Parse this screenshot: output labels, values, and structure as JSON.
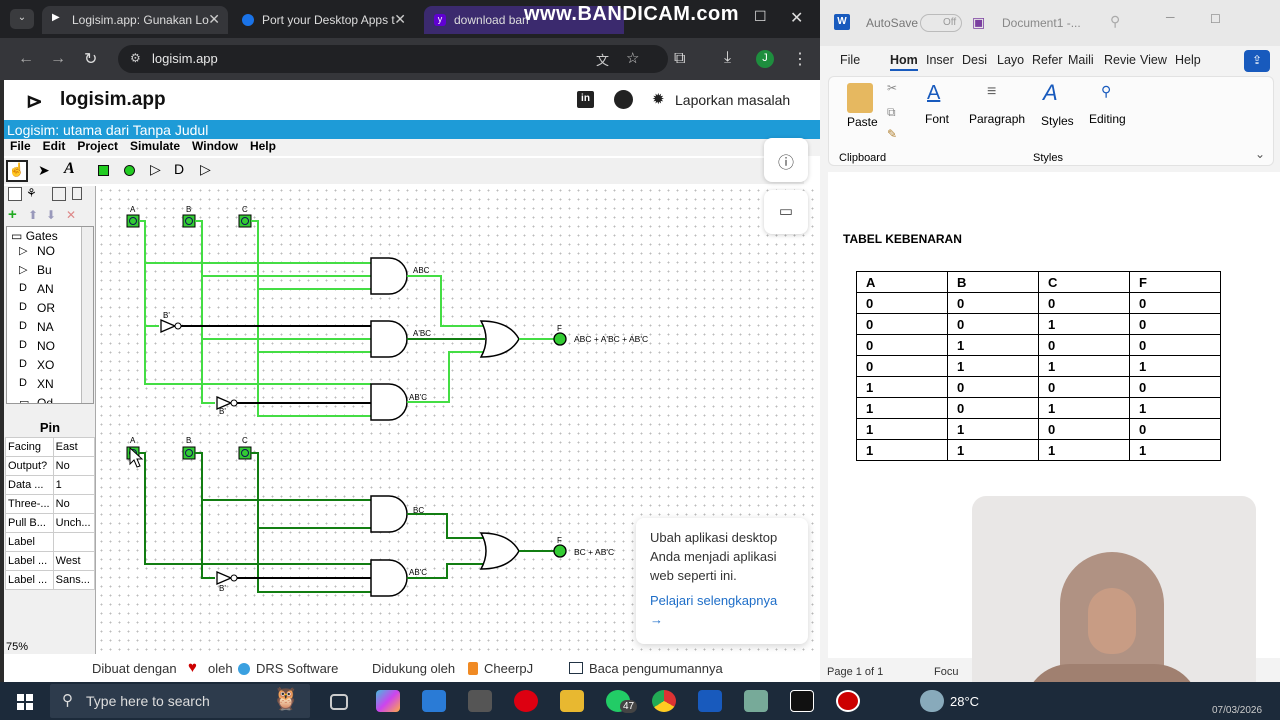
{
  "browser": {
    "tabs": [
      {
        "title": "Logisim.app: Gunakan Lo",
        "active": true
      },
      {
        "title": "Port your Desktop Apps t",
        "active": false
      },
      {
        "title": "download ban",
        "active": false
      }
    ],
    "watermark": "www.BANDICAM.com",
    "url": "logisim.app",
    "profile_initial": "J"
  },
  "site": {
    "logo": "logisim.app",
    "report_issue": "Laporkan masalah"
  },
  "logisim": {
    "title": "Logisim: utama dari Tanpa Judul",
    "menu": [
      "File",
      "Edit",
      "Project",
      "Simulate",
      "Window",
      "Help"
    ],
    "tree_root": "Gates",
    "tree_items": [
      "NO",
      "Bu",
      "AN",
      "OR",
      "NA",
      "NO",
      "XO",
      "XN",
      "Od"
    ],
    "props_title": "Pin",
    "props": [
      {
        "k": "Facing",
        "v": "East"
      },
      {
        "k": "Output?",
        "v": "No"
      },
      {
        "k": "Data ...",
        "v": "1"
      },
      {
        "k": "Three-...",
        "v": "No"
      },
      {
        "k": "Pull B...",
        "v": "Unch..."
      },
      {
        "k": "Label",
        "v": ""
      },
      {
        "k": "Label ...",
        "v": "West"
      },
      {
        "k": "Label ...",
        "v": "Sans..."
      }
    ],
    "zoom": "75%",
    "circuit1": {
      "inputs": [
        "A",
        "B",
        "C"
      ],
      "not_label": "B'",
      "gate_labels": [
        "ABC",
        "A'BC",
        "AB'C"
      ],
      "output": "F",
      "expr": "ABC + A'BC + AB'C"
    },
    "circuit2": {
      "inputs": [
        "A",
        "B",
        "C"
      ],
      "not_label": "B'",
      "gate_labels": [
        "BC",
        "AB'C"
      ],
      "output": "F",
      "expr": "BC + AB'C"
    }
  },
  "promo": {
    "text": "Ubah aplikasi desktop Anda menjadi aplikasi web seperti ini.",
    "link": "Pelajari selengkapnya"
  },
  "footer": {
    "made_with": "Dibuat dengan",
    "by": "oleh",
    "drs": "DRS Software",
    "supported": "Didukung oleh",
    "cheerpj": "CheerpJ",
    "announce": "Baca pengumumannya"
  },
  "word": {
    "autosave": "AutoSave",
    "autosave_state": "Off",
    "doc_name": "Document1 -...",
    "tabs": [
      "File",
      "Hom",
      "Inser",
      "Desi",
      "Layo",
      "Refer",
      "Maili",
      "Revie",
      "View",
      "Help"
    ],
    "ribbon": {
      "paste": "Paste",
      "clipboard": "Clipboard",
      "font": "Font",
      "paragraph": "Paragraph",
      "styles": "Styles",
      "styles_group": "Styles",
      "editing": "Editing"
    },
    "heading": "TABEL KEBENARAN",
    "table_header": [
      "A",
      "B",
      "C",
      "F"
    ],
    "table_rows": [
      [
        "0",
        "0",
        "0",
        "0"
      ],
      [
        "0",
        "0",
        "1",
        "0"
      ],
      [
        "0",
        "1",
        "0",
        "0"
      ],
      [
        "0",
        "1",
        "1",
        "1"
      ],
      [
        "1",
        "0",
        "0",
        "0"
      ],
      [
        "1",
        "0",
        "1",
        "1"
      ],
      [
        "1",
        "1",
        "0",
        "0"
      ],
      [
        "1",
        "1",
        "1",
        "1"
      ]
    ],
    "page_status": "Page 1 of 1",
    "focus": "Focu"
  },
  "taskbar": {
    "search_placeholder": "Type here to search",
    "whatsapp_badge": "47",
    "weather": "28°C",
    "date": "07/03/2026"
  },
  "colors": {
    "wire_on": "#44dd44",
    "wire_off": "#127d12",
    "logisim_title": "#1e9bd7"
  }
}
